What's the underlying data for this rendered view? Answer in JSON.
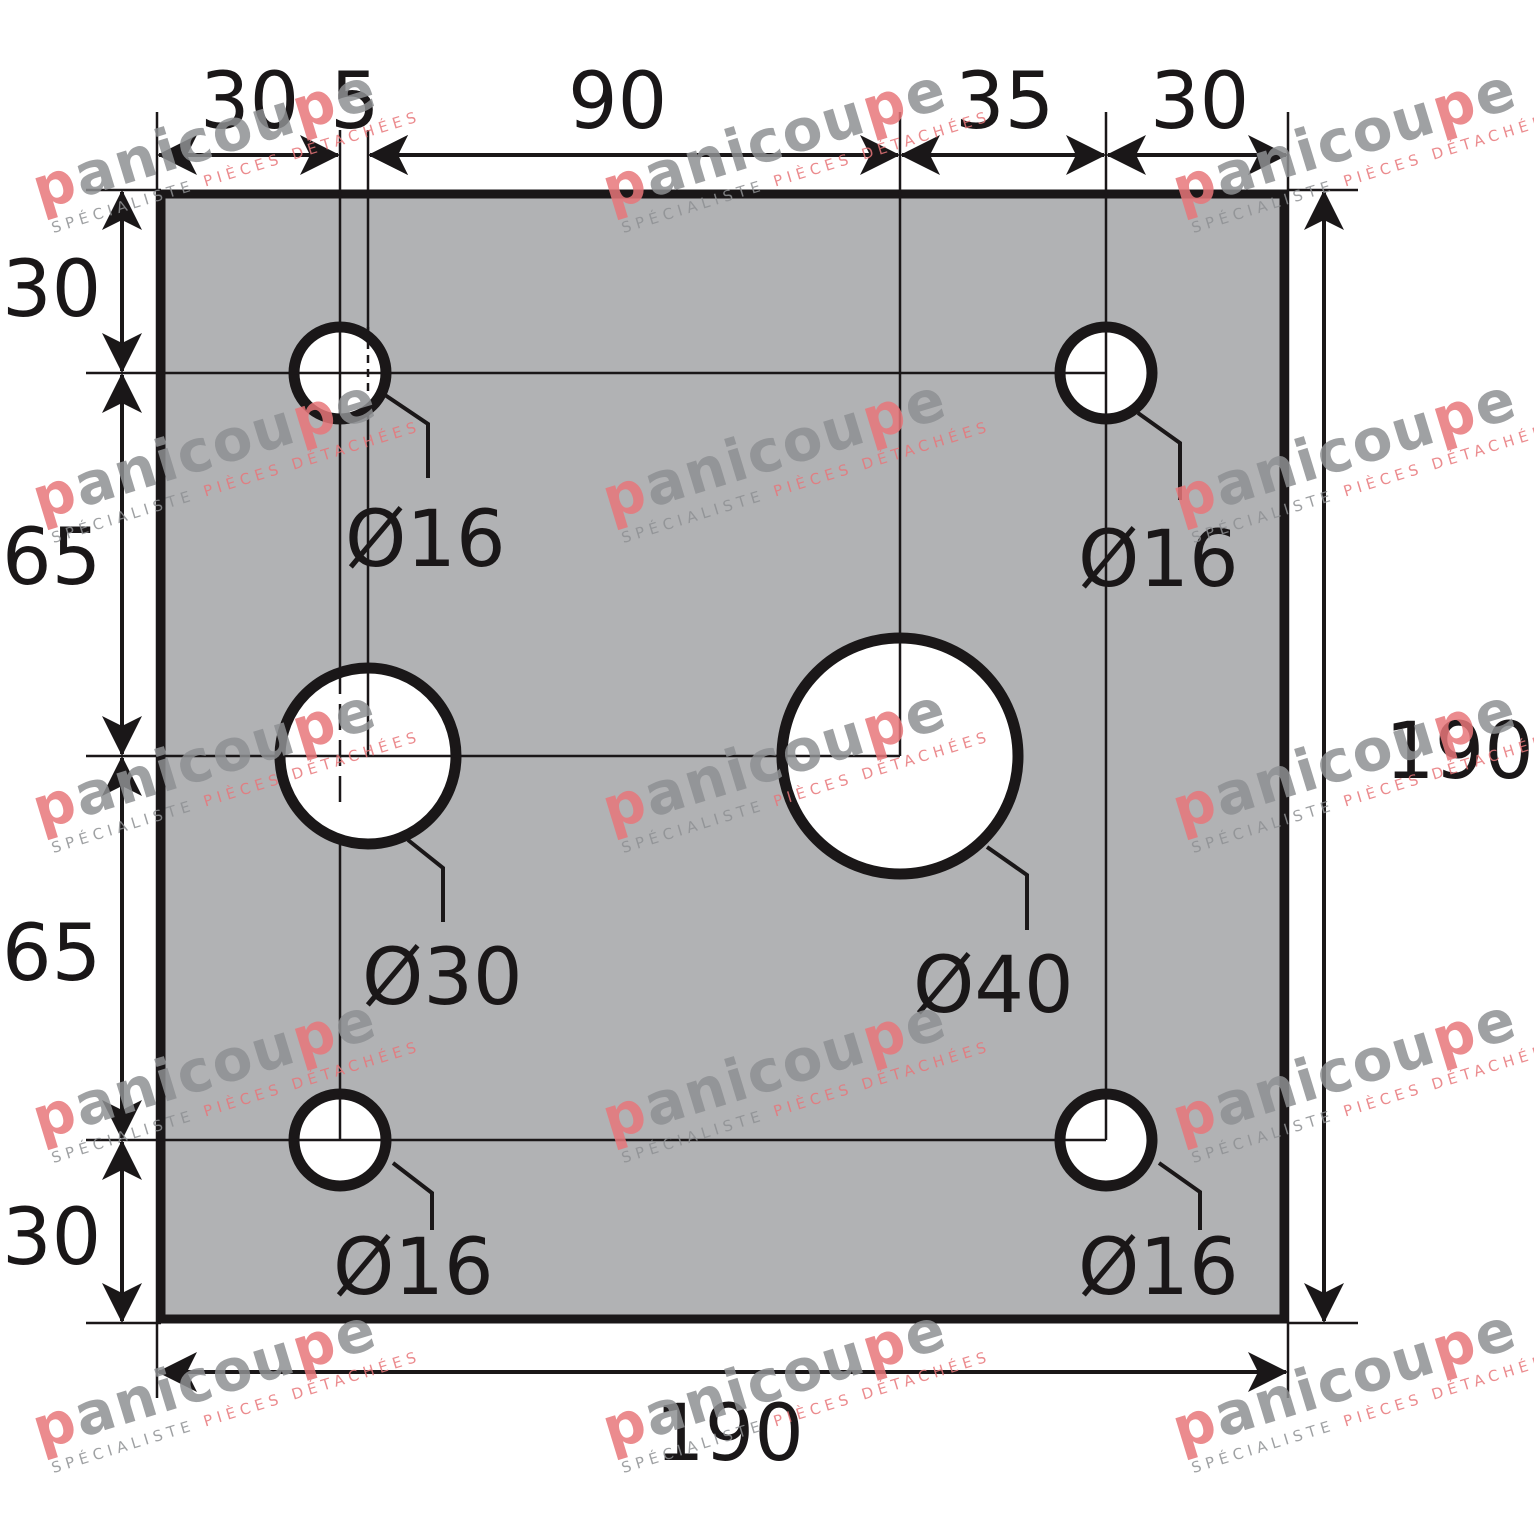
{
  "drawing": {
    "title": "Square mounting plate 190 x 190 with 6 holes",
    "colors": {
      "plate_fill": "#b1b2b4",
      "outline": "#1a1718",
      "hole_fill": "#ffffff",
      "background": "#ffffff",
      "watermark_gray": "#8e9093",
      "watermark_red": "#e8767a"
    },
    "plate": {
      "width": "190",
      "height": "190"
    },
    "top_dimensions": [
      {
        "label": "30"
      },
      {
        "label": "5"
      },
      {
        "label": "90"
      },
      {
        "label": "35"
      },
      {
        "label": "30"
      }
    ],
    "left_dimensions": [
      {
        "label": "30"
      },
      {
        "label": "65"
      },
      {
        "label": "65"
      },
      {
        "label": "30"
      }
    ],
    "overall": {
      "width_label": "190",
      "height_label": "190"
    },
    "holes": [
      {
        "id": "top-left",
        "diameter_label": "Ø16"
      },
      {
        "id": "top-right",
        "diameter_label": "Ø16"
      },
      {
        "id": "mid-left",
        "diameter_label": "Ø30"
      },
      {
        "id": "center",
        "diameter_label": "Ø40"
      },
      {
        "id": "bottom-left",
        "diameter_label": "Ø16"
      },
      {
        "id": "bottom-right",
        "diameter_label": "Ø16"
      }
    ]
  },
  "watermark": {
    "brand_lead": "p",
    "brand_mid": "anicou",
    "brand_p": "p",
    "brand_end": "e",
    "tagline_part1": "SPÉCIALISTE ",
    "tagline_part2": "PIÈCES DÉTACHÉES"
  }
}
